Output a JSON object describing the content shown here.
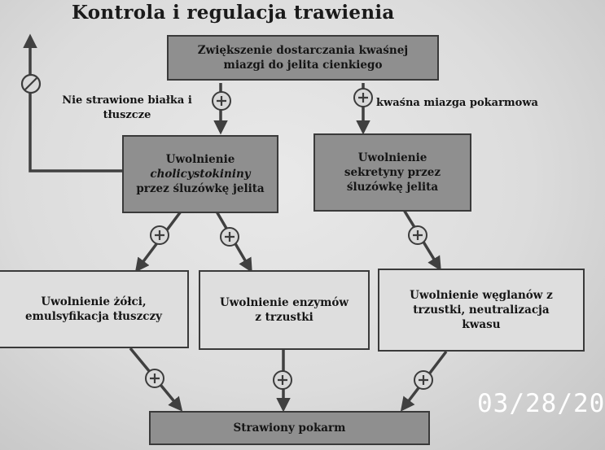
{
  "title": "Kontrola i regulacja trawienia",
  "nodes": {
    "top": "Zwiększenie dostarczania kwaśnej miazgi do jelita cienkiego",
    "cck": [
      "Uwolnienie",
      "cholicystokininy",
      "przez śluzówkę jelita"
    ],
    "secretin": [
      "Uwolnienie",
      "sekretyny przez",
      "śluzówkę jelita"
    ],
    "bile": [
      "Uwolnienie żółci,",
      "emulsyfikacja tłuszczy"
    ],
    "enzymes": [
      "Uwolnienie enzymów",
      "z trzustki"
    ],
    "bicarbonate": [
      "Uwolnienie węglanów z",
      "trzustki, neutralizacja",
      "kwasu"
    ],
    "digested": "Strawiony pokarm"
  },
  "edge_labels": {
    "undigested": [
      "Nie strawione białka i",
      "tłuszcze"
    ],
    "acid_chyme": "kwaśna miazga pokarmowa"
  },
  "signs": {
    "stimulate": "+",
    "inhibit": "−"
  },
  "timestamp": "03/28/20"
}
